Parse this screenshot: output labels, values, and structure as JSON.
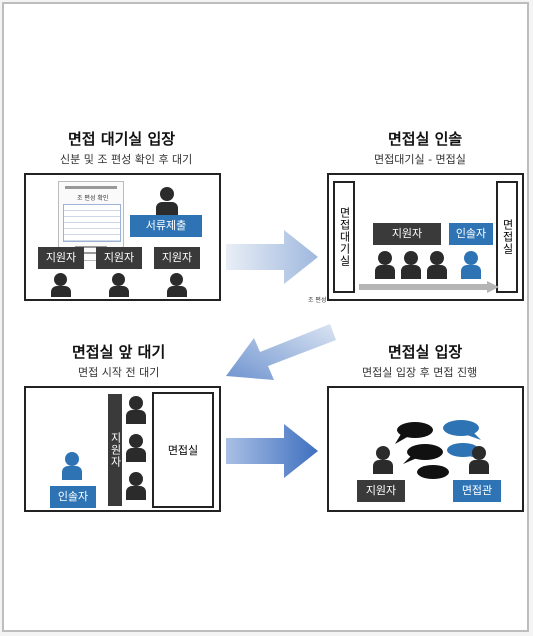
{
  "steps": [
    {
      "title": "면접 대기실 입장",
      "subtitle": "신분 및 조 편성 확인 후 대기",
      "labels": {
        "submit": "서류제출",
        "applicant": "지원자"
      }
    },
    {
      "title": "면접실 인솔",
      "subtitle": "면접대기실 - 면접실",
      "labels": {
        "waiting_room": "면접대기실",
        "interview_room": "면접실",
        "applicant": "지원자",
        "escort": "인솔자",
        "group_note": "조 편성"
      }
    },
    {
      "title": "면접실 앞 대기",
      "subtitle": "면접 시작 전 대기",
      "labels": {
        "applicant_vertical": "지원자",
        "interview_room": "면접실",
        "escort": "인솔자"
      }
    },
    {
      "title": "면접실 입장",
      "subtitle": "면접실 입장 후 면접 진행",
      "labels": {
        "applicant": "지원자",
        "interviewer": "면접관"
      }
    }
  ],
  "doc": {
    "header": "조 편성 확인"
  },
  "colors": {
    "accent_blue": "#2e74b5",
    "dark_label": "#3a3a3a",
    "arrow_light": "#c5d5ea",
    "arrow_dark": "#3e6fc0"
  }
}
